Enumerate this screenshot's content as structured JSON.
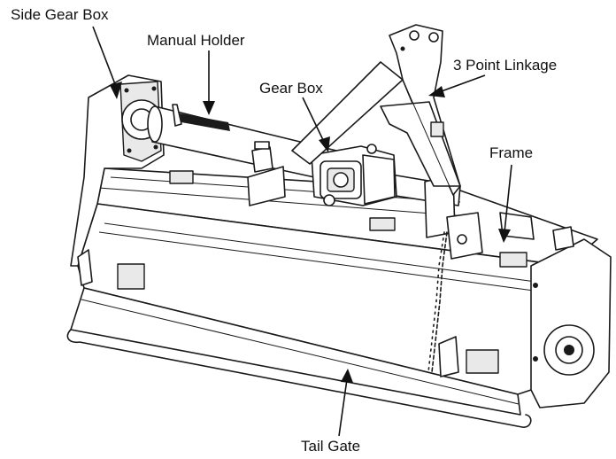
{
  "callouts": {
    "side_gear_box": "Side Gear Box",
    "manual_holder": "Manual Holder",
    "gear_box": "Gear Box",
    "three_point_linkage": "3 Point Linkage",
    "frame": "Frame",
    "tail_gate": "Tail Gate"
  }
}
